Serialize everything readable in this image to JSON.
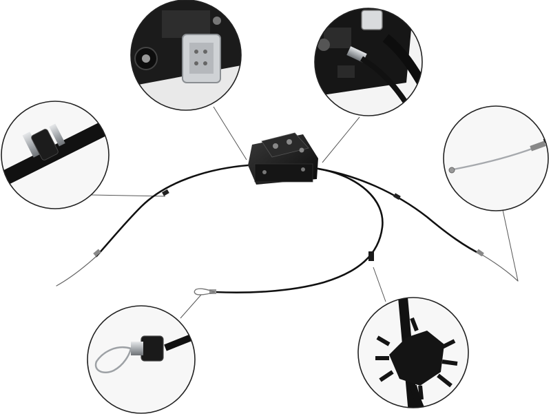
{
  "image": {
    "subject": "electric-parking-brake-actuator-with-cables",
    "background_color": "#ffffff",
    "cable_color": "#111111",
    "leader_line_color": "#555555",
    "detail_ring_color": "#222222",
    "metal_color": "#b9bcc0",
    "detail_callouts": [
      "connector-closeup",
      "cable-outlet-closeup",
      "grommet-closeup",
      "cable-end-closeup",
      "loop-end-closeup",
      "boot-closeup"
    ]
  }
}
